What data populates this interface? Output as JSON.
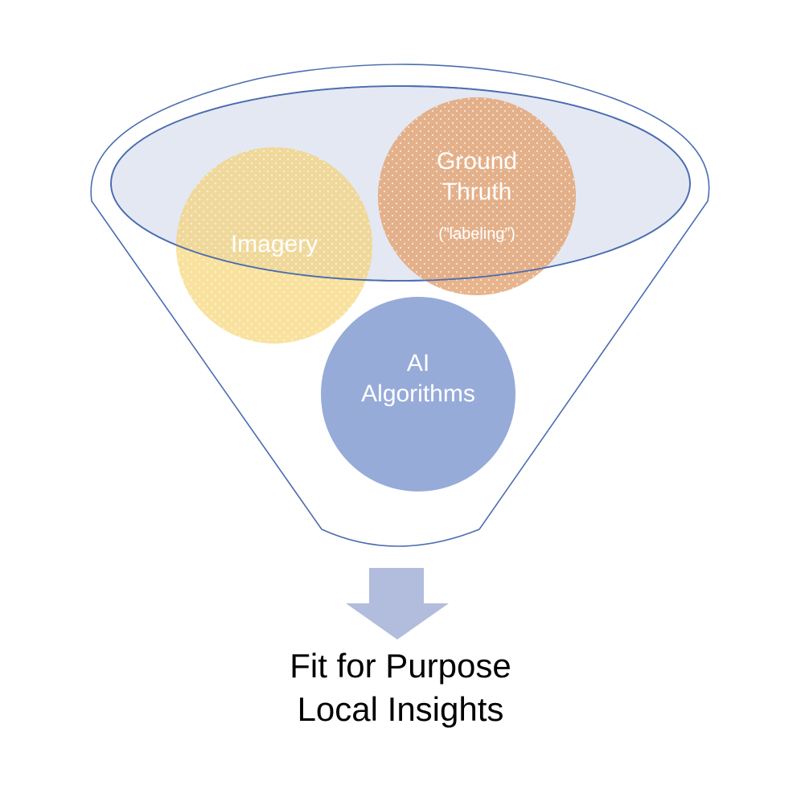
{
  "colors": {
    "funnel_outline": "#4a6db0",
    "funnel_top_fill": "#e4e8f3",
    "imagery": "#f5cf63",
    "ground_truth": "#e3a373",
    "ai_algorithms": "#97abd9",
    "arrow": "#b2bddd"
  },
  "circles": {
    "imagery": {
      "label": "Imagery"
    },
    "ground_truth": {
      "line1": "Ground",
      "line2": "Thruth",
      "line3": "(”labeling”)"
    },
    "ai_algorithms": {
      "line1": "AI",
      "line2": "Algorithms"
    }
  },
  "output": {
    "line1": "Fit for Purpose",
    "line2": "Local Insights"
  }
}
